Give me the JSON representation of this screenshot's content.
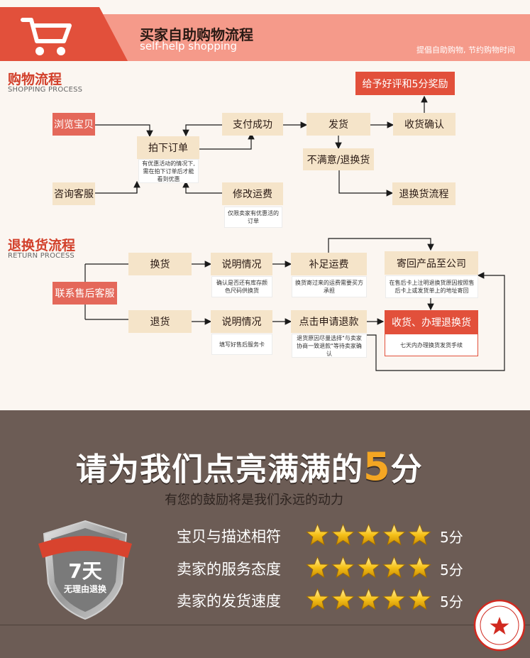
{
  "header": {
    "title": "买家自助购物流程",
    "subtitle": "self-help shopping",
    "slogan": "提倡自助购物, 节约购物时间"
  },
  "shopping": {
    "title": "购物流程",
    "subtitle": "SHOPPING PROCESS",
    "browse": "浏览宝贝",
    "consult": "咨询客服",
    "order": "拍下订单",
    "order_note": "有优惠活动的情况下,需在拍下订单后才能看到优惠",
    "pay": "支付成功",
    "modify": "修改运费",
    "modify_note": "仅限卖家有优惠活的订单",
    "ship": "发货",
    "unsatisfied": "不满意/退换货",
    "receive": "收货确认",
    "review": "给予好评和5分奖励",
    "return_flow": "退换货流程"
  },
  "returns": {
    "title": "退换货流程",
    "subtitle": "RETURN PROCESS",
    "contact": "联系售后客服",
    "exchange": "换货",
    "refund": "退货",
    "explain1": "说明情况",
    "explain1_note": "确认是否还有库存颜色尺码供换货",
    "explain2": "说明情况",
    "explain2_note": "填写好售后服务卡",
    "postage": "补足运费",
    "postage_note": "换货寄过来的运费需要买方承担",
    "apply": "点击申请退款",
    "apply_note": "退货原因尽量选择\"与卖家协商一致退款\"等待卖家确认",
    "sendback": "寄回产品至公司",
    "sendback_note": "在售后卡上注明退换货原因按照售后卡上或发货单上的地址寄回",
    "handle": "收货、办理退换货",
    "handle_note": "七天内办理换货发货手续"
  },
  "rating": {
    "title_main": "请为我们点亮满满的",
    "title_num": "5",
    "title_unit": "分",
    "subtitle": "有您的鼓励将是我们永远的动力",
    "items": [
      {
        "label": "宝贝与描述相符",
        "stars": 5,
        "score": "5分"
      },
      {
        "label": "卖家的服务态度",
        "stars": 5,
        "score": "5分"
      },
      {
        "label": "卖家的发货速度",
        "stars": 5,
        "score": "5分"
      }
    ],
    "badge_days": "7天",
    "badge_text": "无理由退换"
  },
  "colors": {
    "accent_red": "#e2503b",
    "box_beige": "#f5e4c9",
    "panel_brown": "#6c5c55",
    "star_gold": "#f4b400"
  }
}
